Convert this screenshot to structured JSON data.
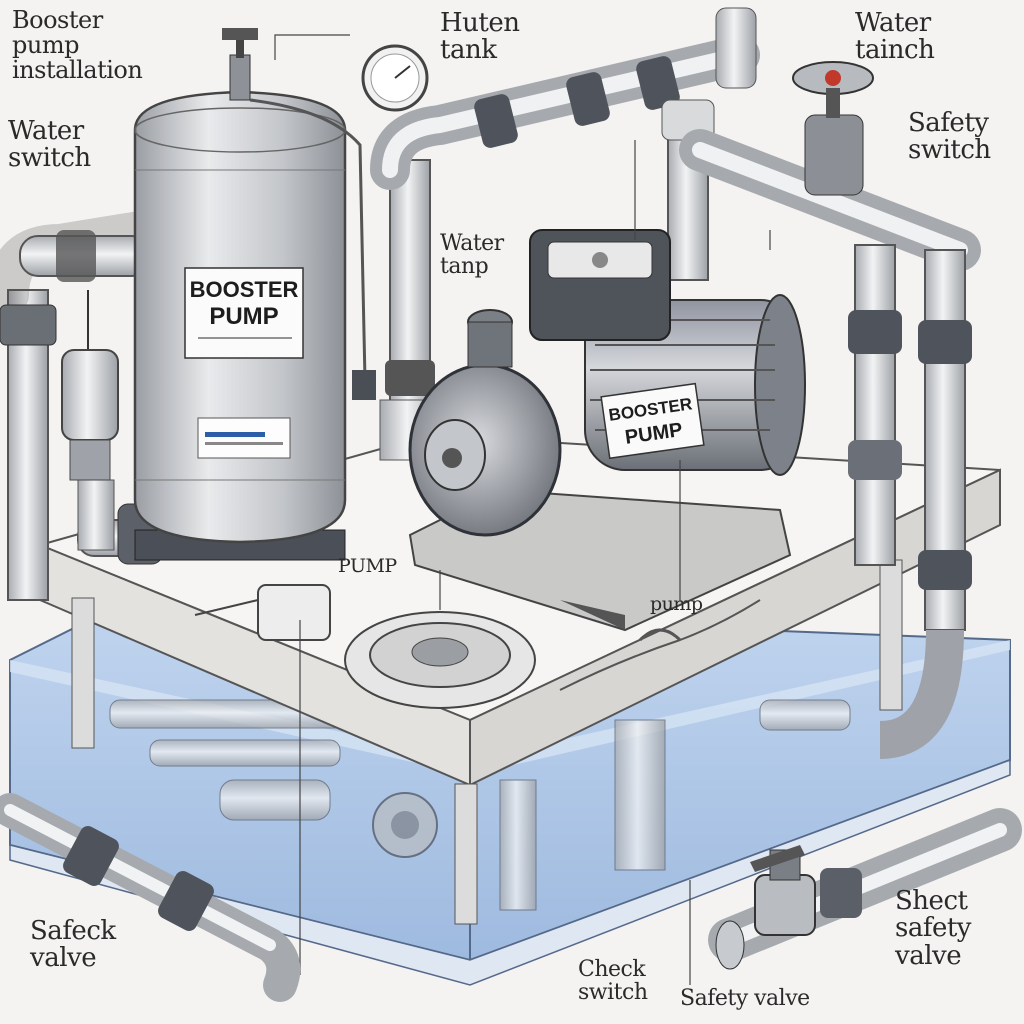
{
  "labels": {
    "booster_pump_installation": "Booster\npump\ninstallation",
    "water_switch_left": "Water\nswitch",
    "futen_tank": "Hutеn\ntank",
    "water_tainch": "Water\ntainch",
    "safety_switch": "Safety\nswitch",
    "water_tanp": "Water\ntanp",
    "pump_small": "PUMP",
    "pump_small_right": "pump",
    "safeck_valve": "Safeck\nvalve",
    "check_switch": "Check\nswitch",
    "safety_valve_bottom": "Safety valve",
    "shect_safety_valve": "Shect\nsafety\nvalve"
  },
  "decals": {
    "tank_label_line1": "BOOSTER",
    "tank_label_line2": "PUMP",
    "pump_label_line1": "BOOSTER",
    "pump_label_line2": "PUMP"
  },
  "colors": {
    "metal": "#c9ccd0",
    "metal_dark": "#7c8087",
    "water": "#a9c4e6",
    "platform": "#f1f0ee",
    "line": "#3a3a3a"
  }
}
